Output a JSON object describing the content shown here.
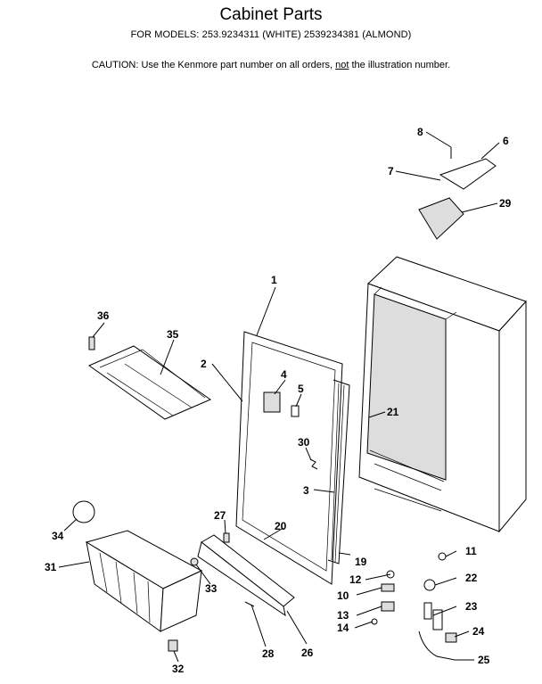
{
  "header": {
    "title": "Cabinet Parts",
    "models": "FOR MODELS: 253.9234311 (WHITE) 2539234381 (ALMOND)",
    "caution_prefix": "CAUTION:  Use the Kenmore part number on all orders, ",
    "caution_underlined": "not",
    "caution_suffix": " the illustration number."
  },
  "callouts": [
    "1",
    "2",
    "3",
    "4",
    "5",
    "6",
    "7",
    "8",
    "10",
    "11",
    "12",
    "13",
    "14",
    "19",
    "20",
    "21",
    "22",
    "23",
    "24",
    "25",
    "26",
    "27",
    "28",
    "29",
    "30",
    "31",
    "32",
    "33",
    "34",
    "35",
    "36"
  ]
}
